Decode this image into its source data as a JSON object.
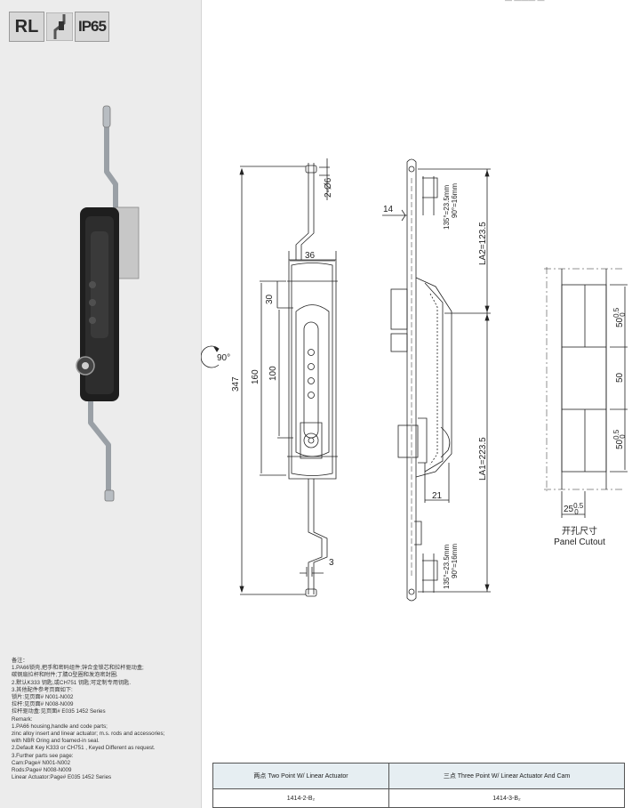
{
  "badge": {
    "rl": "RL",
    "ip": "IP65"
  },
  "top_mark": "— ——— —",
  "notes": [
    "备注：",
    "1.PA66锁壳,把手和密码组件;锌合金锁芯和拉杆驱动盒;",
    "碳钢扇拉杆和附件;丁腈O型圈和发泡密封圈.",
    "2.默认K333 钥匙,或CH751 钥匙;可定制专用钥匙.",
    "3.其他配件参考页面如下:",
    "锁片:见页面# N001-N002",
    "拉杆:见页面# N008-N009",
    "拉杆驱动盒:见页面# E035  1452 Series",
    "Remark:",
    "1.PA66  housing,handle and code parts;",
    "zinc alloy insert and linear actuator;  m.s. rods and accessories;",
    "with NBR Oring and  foamed-in seal.",
    "2.Default Key K333 or CH751 , Keyed Different as request.",
    "3.Further parts see page:",
    "Cam:Page# N001-N002",
    "Rods:Page# N008-N009",
    "Linear Actuator:Page# E035  1452 Series"
  ],
  "dims": {
    "d6": "2-Ø6",
    "w36": "36",
    "h30": "30",
    "rot": "90°",
    "h160": "160",
    "h100": "100",
    "h347": "347",
    "w3": "3",
    "w14": "14",
    "top135": "135°=23.5mm",
    "top90": "90°=16mm",
    "la2": "LA2=123.5",
    "la1": "LA1=223.5",
    "w21": "21",
    "bot135": "135°=23.5mm",
    "bot90": "90°=16mm",
    "c50a": "50",
    "c50a_tol": "0.5",
    "c50a_tol0": "0",
    "c50": "50",
    "c50b": "50",
    "c50b_tol": "0.5",
    "c50b_tol0": "0",
    "c25": "25",
    "c25_tol": "0.5",
    "c25_tol0": "0"
  },
  "cutout": {
    "cn": "开孔尺寸",
    "en": "Panel Cutout"
  },
  "table": {
    "headers": [
      "两点 Two Point W/ Linear Actuator",
      "三点 Three Point W/ Linear Actuator And Cam"
    ],
    "rows": [
      [
        "1414-2-B₂",
        "1414-3-B₂"
      ]
    ]
  }
}
